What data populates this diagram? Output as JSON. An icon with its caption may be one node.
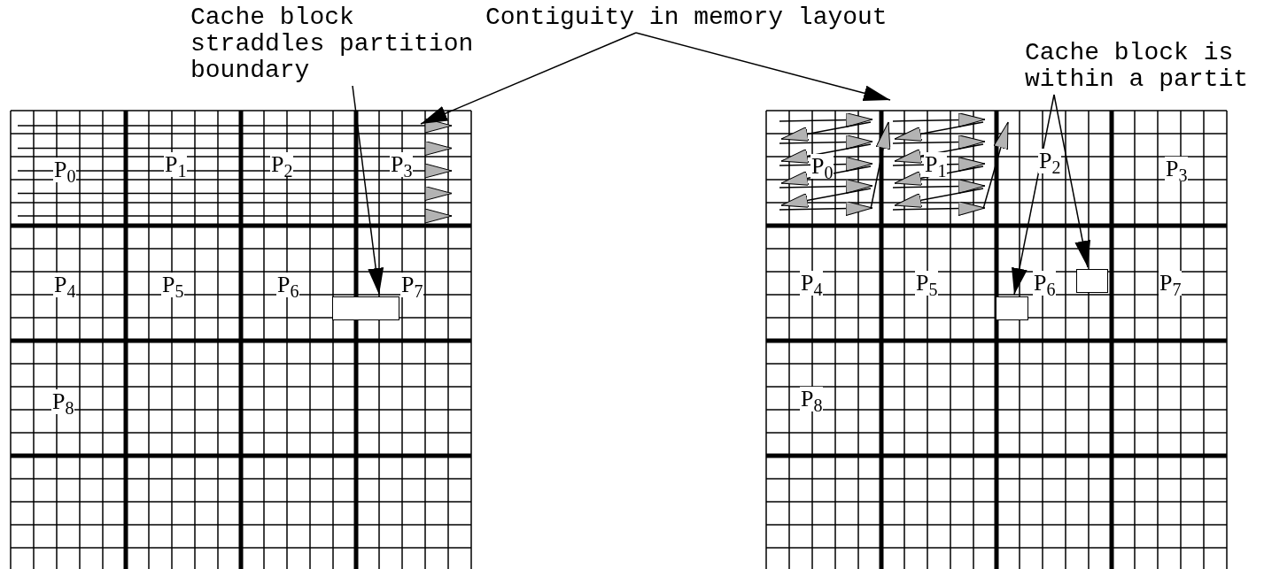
{
  "diagram": {
    "nodes": [
      {
        "text": [
          "Cache block straddles partition boundary"
        ]
      },
      {
        "text": [
          "Contiguity in memory layout"
        ]
      },
      {
        "text": [
          "Cache block is within a partit"
        ]
      },
      {
        "text": [],
        "shape": "box"
      },
      {
        "text": [],
        "shape": "box"
      },
      {
        "text": [],
        "shape": "box"
      },
      {
        "text": [],
        "shape": "arrow"
      }
    ],
    "edges": [
      {
        "from": 0,
        "to": 3,
        "arrow": "to"
      },
      {
        "from": 1,
        "to": 6,
        "arrow": "to"
      },
      {
        "from": 1,
        "to": null,
        "arrow": "to"
      },
      {
        "from": 2,
        "to": 4,
        "arrow": "to"
      },
      {
        "from": 2,
        "to": 5,
        "arrow": "to"
      }
    ],
    "labels": [
      "P$_{0}$",
      "P$_{1}$",
      "P$_{2}$",
      "P$_{3}$",
      "P$_{4}$",
      "P$_{5}$",
      "P$_{6}$",
      "P$_{7}$",
      "P$_{8}$",
      "P$_{0}$",
      "P$_{1}$",
      "P$_{2}$",
      "P$_{3}$",
      "P$_{4}$",
      "P$_{5}$",
      "P$_{6}$",
      "P$_{7}$",
      "P$_{8}$"
    ]
  }
}
